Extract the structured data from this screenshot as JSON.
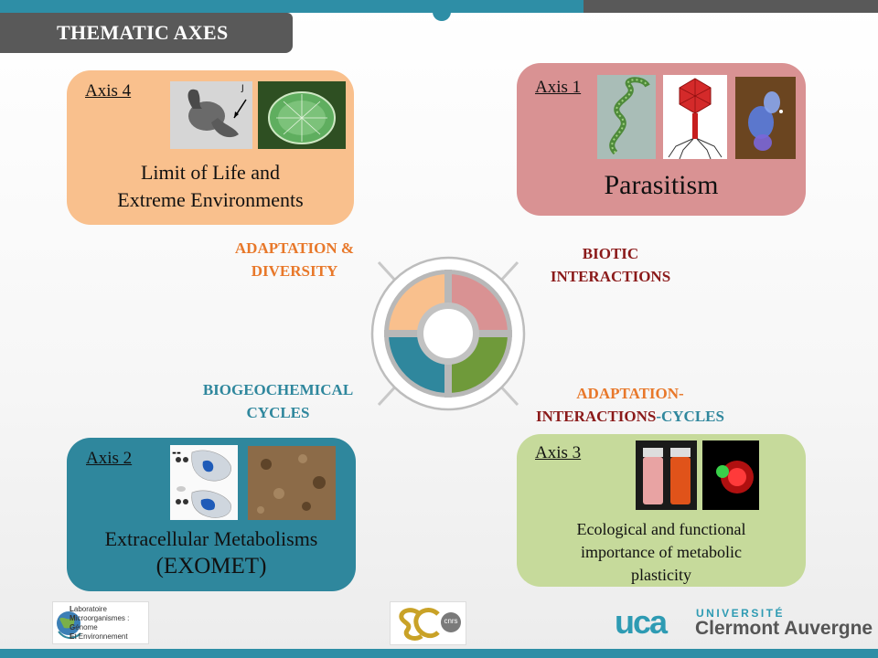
{
  "header": {
    "title": "THEMATIC AXES"
  },
  "axes": {
    "axis4": {
      "label": "Axis 4",
      "title_line1": "Limit of Life and",
      "title_line2": "Extreme Environments",
      "color": "#f9c08d"
    },
    "axis1": {
      "label": "Axis 1",
      "title": "Parasitism",
      "color": "#d99293"
    },
    "axis2": {
      "label": "Axis 2",
      "title_line1": "Extracellular Metabolisms",
      "title_line2": "(EXOMET)",
      "color": "#2f879d"
    },
    "axis3": {
      "label": "Axis 3",
      "title_line1": "Ecological and functional",
      "title_line2": "importance of metabolic",
      "title_line3": "plasticity",
      "color": "#c6da9b"
    }
  },
  "categories": {
    "adaptation_diversity": {
      "line1": "ADAPTATION &",
      "line2": "DIVERSITY",
      "color": "#e8782a"
    },
    "biotic_interactions": {
      "line1": "BIOTIC",
      "line2": "INTERACTIONS",
      "color": "#8b1a1a"
    },
    "biogeochemical_cycles": {
      "line1": "BIOGEOCHEMICAL",
      "line2": "CYCLES",
      "color": "#2f879d"
    },
    "combined": {
      "part1": "ADAPTATION-",
      "part2": "INTERACTIONS",
      "part3": "-CYCLES",
      "color1": "#e8782a",
      "color2": "#8b1a1a",
      "color3": "#2f879d"
    }
  },
  "wheel": {
    "segments": [
      {
        "name": "top-left",
        "color": "#f9c08d"
      },
      {
        "name": "top-right",
        "color": "#d99293"
      },
      {
        "name": "bottom-left",
        "color": "#2f879d"
      },
      {
        "name": "bottom-right",
        "color": "#6f9a3a"
      }
    ]
  },
  "footer": {
    "lmge_letters": [
      "L",
      "M",
      "G",
      "E"
    ],
    "lmge_words": [
      "aboratoire",
      "icroorganismes :",
      "énome",
      "t Environnement"
    ],
    "uca_mark": "uca",
    "university_line1": "UNIVERSITÉ",
    "university_line2": "Clermont Auvergne",
    "cnrs_text": "cnrs"
  }
}
